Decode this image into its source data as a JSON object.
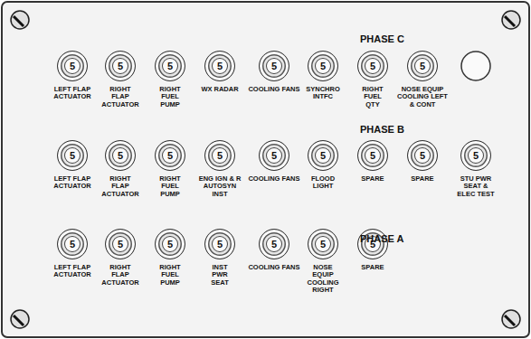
{
  "diagram": {
    "nodes": [
      {
        "text": [
          "5",
          "LEFT FLAP ACTUATOR"
        ]
      },
      {
        "text": [
          "5",
          "RIGHT FLAP ACTUATOR"
        ]
      },
      {
        "text": [
          "5",
          "RIGHT FUEL PUMP"
        ]
      },
      {
        "text": [
          "5",
          "WX RADAR"
        ]
      },
      {
        "text": [
          "5",
          "COOLING FANS"
        ]
      },
      {
        "text": [
          "5",
          "SYNCHRO INTFC"
        ]
      },
      {
        "text": [
          "5",
          "RIGHT FUEL QTY"
        ]
      },
      {
        "text": [
          "5",
          "NOSE EQUIP COOLING LEFT & CONT"
        ]
      },
      {
        "text": [
          "5",
          "LEFT FLAP ACTUATOR"
        ]
      },
      {
        "text": [
          "5",
          "RIGHT FLAP ACTUATOR"
        ]
      },
      {
        "text": [
          "5",
          "RIGHT FUEL PUMP"
        ]
      },
      {
        "text": [
          "5",
          "ENG IGN & R AUTOSYN INST"
        ]
      },
      {
        "text": [
          "5",
          "COOLING FANS"
        ]
      },
      {
        "text": [
          "5",
          "FLOOD LIGHT"
        ]
      },
      {
        "text": [
          "5",
          "SPARE"
        ]
      },
      {
        "text": [
          "5",
          "SPARE"
        ]
      },
      {
        "text": [
          "5",
          "STU PWR SEAT & ELEC TEST"
        ]
      },
      {
        "text": [
          "5",
          "LEFT FLAP ACTUATOR"
        ]
      },
      {
        "text": [
          "5",
          "RIGHT FLAP ACTUATOR"
        ]
      },
      {
        "text": [
          "5",
          "RIGHT FUEL PUMP"
        ]
      },
      {
        "text": [
          "5",
          "INST PWR SEAT"
        ]
      },
      {
        "text": [
          "5",
          "COOLING FANS"
        ]
      },
      {
        "text": [
          "5",
          "NOSE EQUIP COOLING RIGHT"
        ]
      },
      {
        "text": [
          "5",
          "SPARE"
        ]
      }
    ],
    "labels": [
      "PHASE C",
      "PHASE B",
      "PHASE A"
    ]
  }
}
